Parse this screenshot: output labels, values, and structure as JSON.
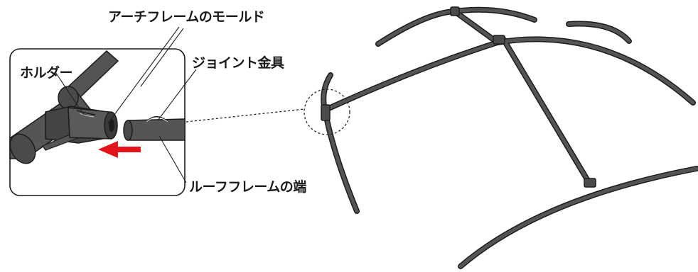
{
  "labels": {
    "arch_frame_mold": "アーチフレームのモールド",
    "holder": "ホルダー",
    "joint_fitting": "ジョイント金具",
    "roof_frame_end": "ルーフフレームの端"
  },
  "colors": {
    "frame_fill": "#545454",
    "frame_outline": "#1c1c1c",
    "arrow": "#e3141b",
    "leader": "#222222"
  }
}
